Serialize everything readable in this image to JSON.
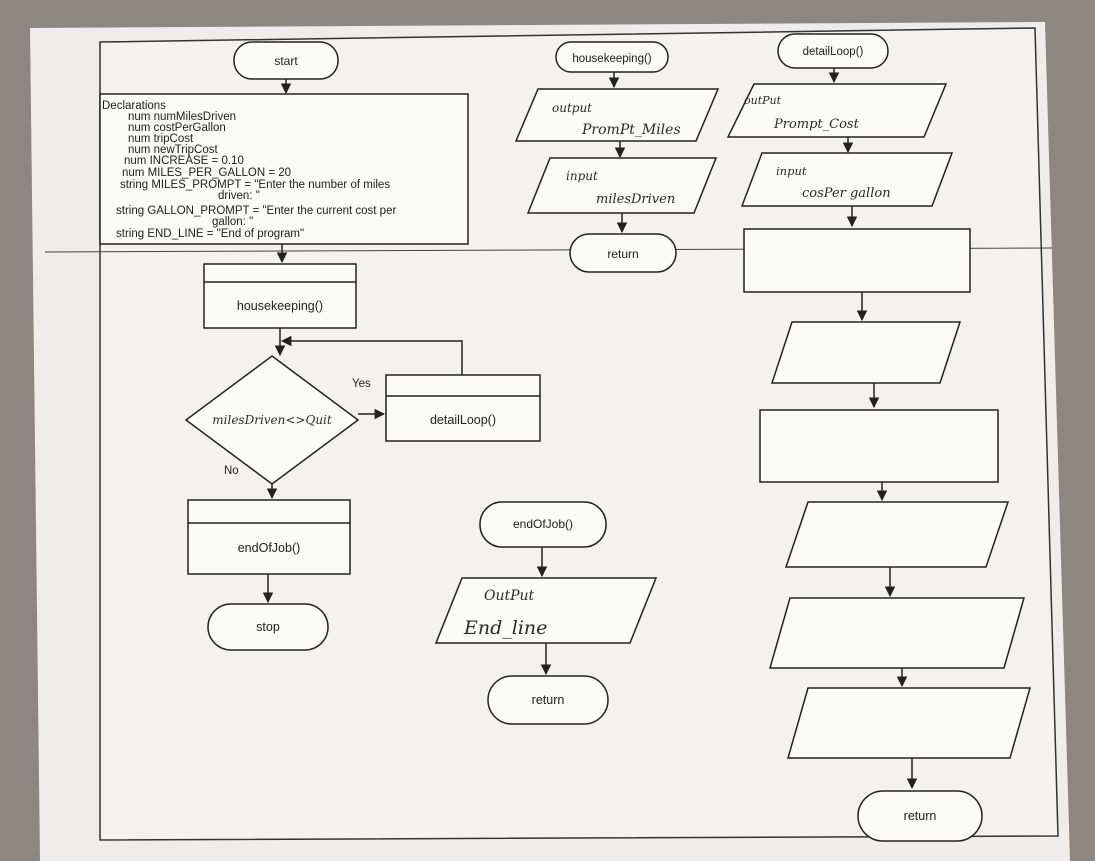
{
  "start": {
    "label": "start"
  },
  "declarations": {
    "lines": [
      "Declarations",
      "num numMilesDriven",
      "num costPerGallon",
      "num tripCost",
      "num newTripCost",
      "num INCREASE = 0.10",
      "num MILES_PER_GALLON = 20",
      "string MILES_PROMPT = \"Enter the number of miles",
      "driven: \"",
      "string GALLON_PROMPT = \"Enter the current cost per",
      "gallon: \"",
      "string END_LINE = \"End of program\""
    ]
  },
  "main": {
    "housekeeping_call": "housekeeping()",
    "loop_condition": "milesDriven<>Quit",
    "yes_label": "Yes",
    "no_label": "No",
    "detail_call": "detailLoop()",
    "endofjob_call": "endOfJob()",
    "stop_label": "stop"
  },
  "housekeeping_module": {
    "title": "housekeeping()",
    "output_keyword": "output",
    "output_value": "PromPt_Miles",
    "input_keyword": "input",
    "input_value": "milesDriven",
    "return_label": "return"
  },
  "detailloop_module": {
    "title": "detailLoop()",
    "output_keyword": "outPut",
    "output_value": "Prompt_Cost",
    "input_keyword": "input",
    "input_value": "cosPer gallon",
    "return_label": "return"
  },
  "endofjob_module": {
    "title": "endOfJob()",
    "output_keyword": "OutPut",
    "output_value": "End_line",
    "return_label": "return"
  }
}
